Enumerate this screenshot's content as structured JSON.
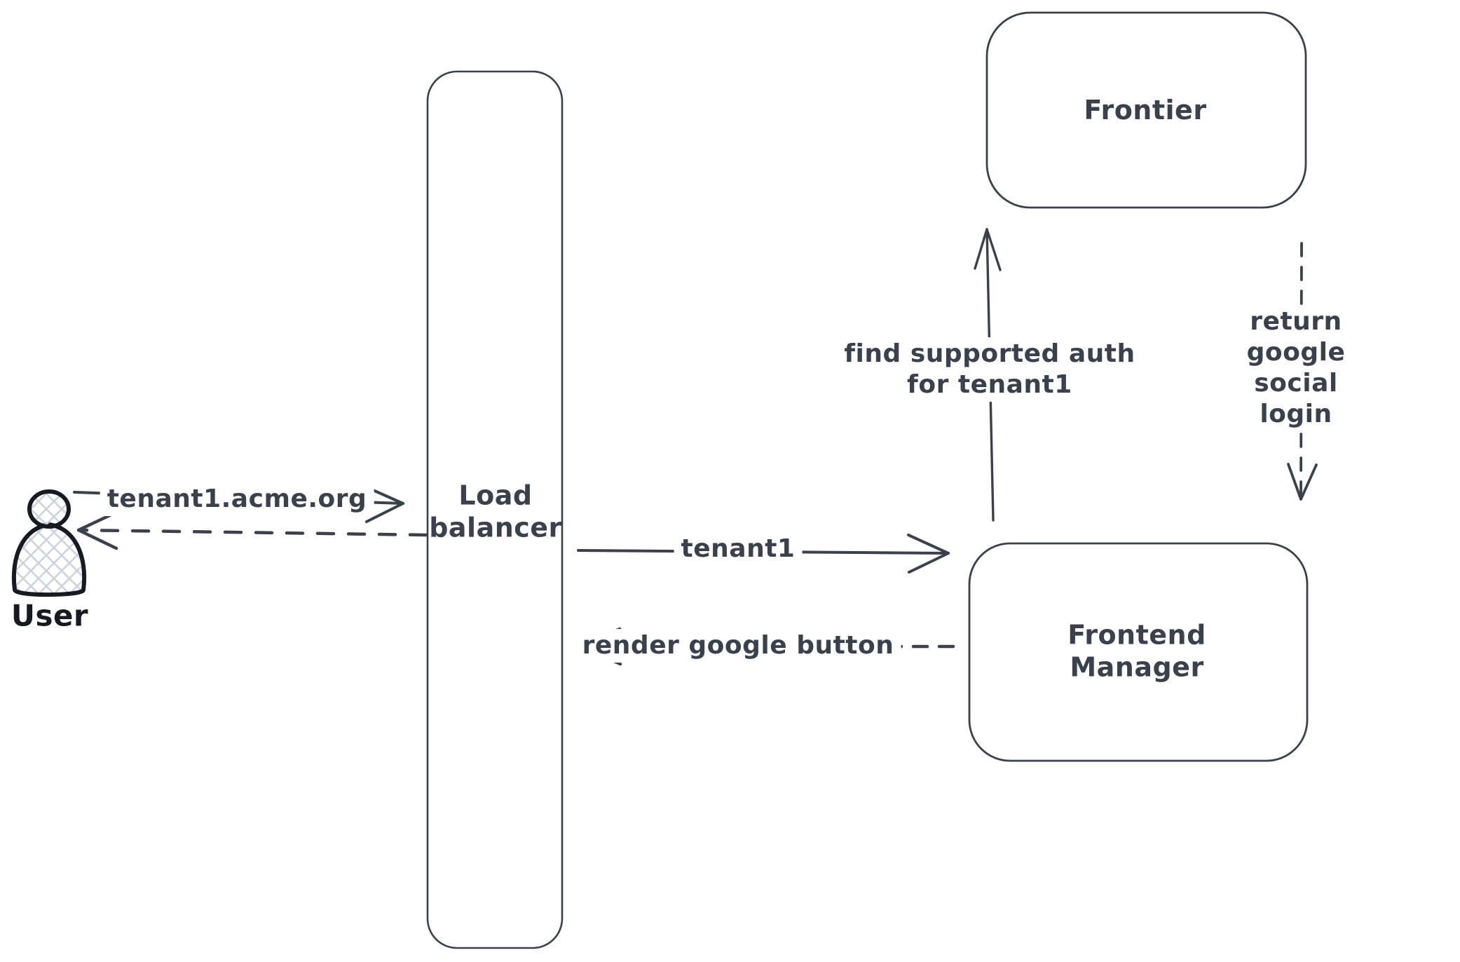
{
  "title": "Multi-tenant social login sequence diagram",
  "colors": {
    "background": "#ffffff",
    "stroke": "#3a414d",
    "actor_stroke": "#171b21",
    "actor_hatch_fill": "#ccd3dc"
  },
  "nodes": {
    "user": {
      "label": "User",
      "icon": "person-icon",
      "shape": "actor"
    },
    "load_balancer": {
      "label": "Load\nbalancer",
      "shape": "rounded-rect"
    },
    "frontier": {
      "label": "Frontier",
      "shape": "rounded-rect"
    },
    "frontend_manager": {
      "label": "Frontend\nManager",
      "shape": "rounded-rect"
    }
  },
  "edges": {
    "user_to_load_balancer": {
      "label": "tenant1.acme.org",
      "from": "User",
      "to": "Load balancer",
      "line": "solid",
      "direction": "right"
    },
    "load_balancer_to_user": {
      "label": "",
      "from": "Load balancer",
      "to": "User",
      "line": "dashed",
      "direction": "left"
    },
    "load_balancer_to_frontend_manager": {
      "label": "tenant1",
      "from": "Load balancer",
      "to": "Frontend Manager",
      "line": "solid",
      "direction": "right"
    },
    "frontend_manager_to_load_balancer": {
      "label": "render google button",
      "from": "Frontend Manager",
      "to": "Load balancer",
      "line": "dashed",
      "direction": "left"
    },
    "frontend_manager_to_frontier": {
      "label": "find supported auth\nfor tenant1",
      "from": "Frontend Manager",
      "to": "Frontier",
      "line": "solid",
      "direction": "up"
    },
    "frontier_to_frontend_manager": {
      "label": "return google social\nlogin",
      "from": "Frontier",
      "to": "Frontend Manager",
      "line": "dashed",
      "direction": "down"
    }
  }
}
